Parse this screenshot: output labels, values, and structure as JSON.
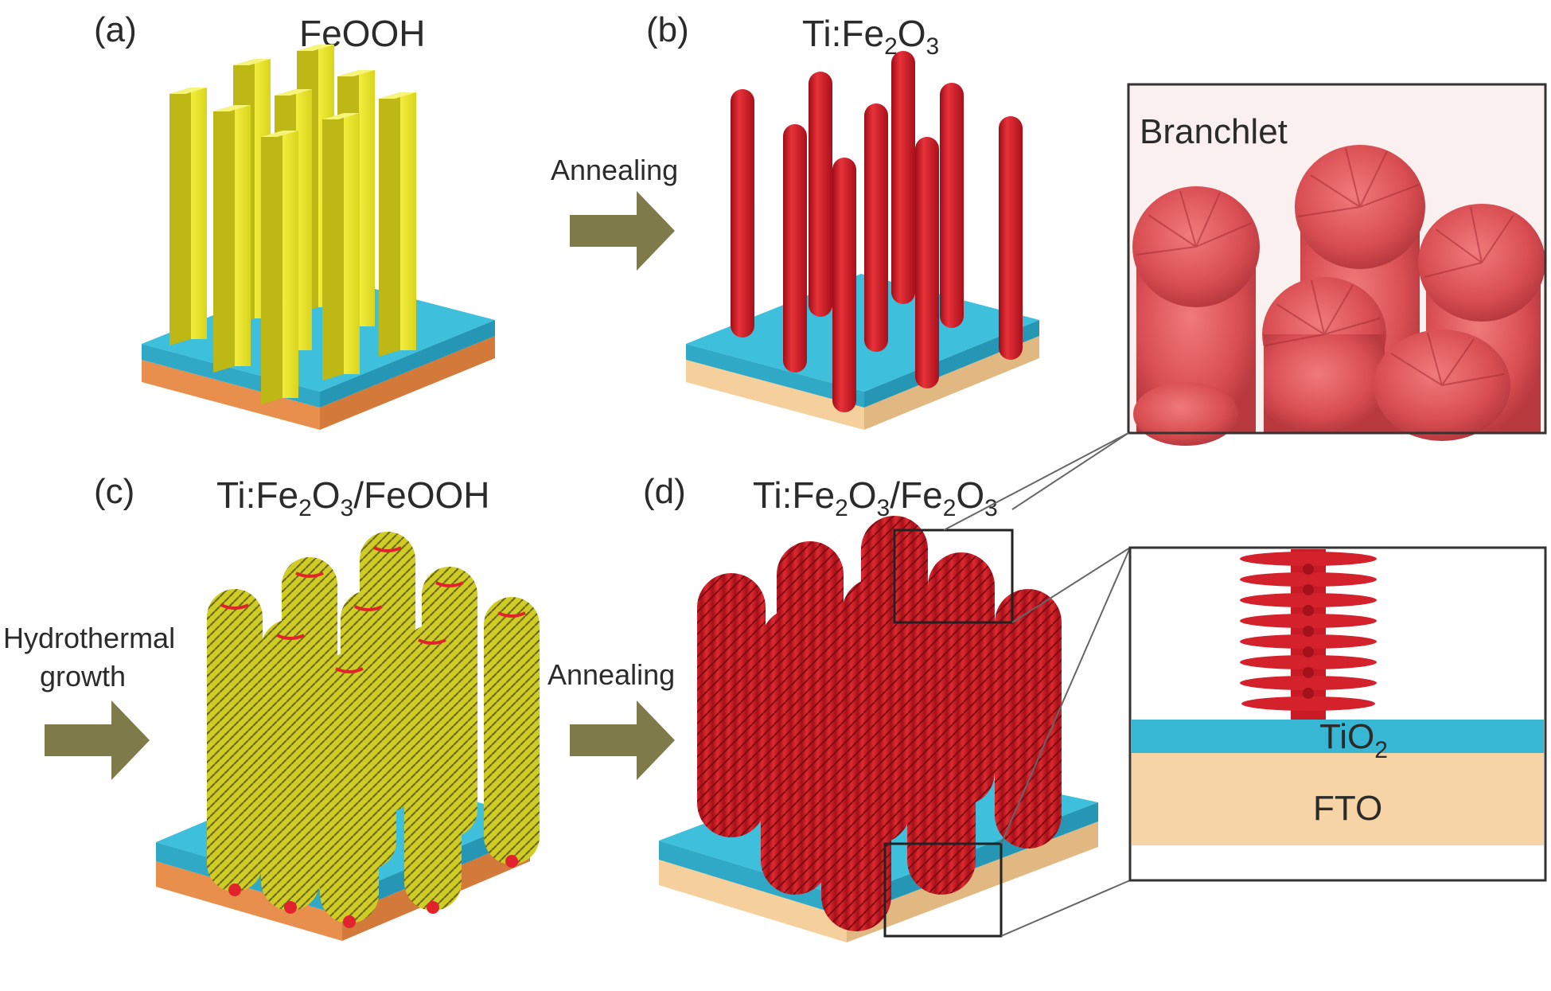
{
  "panels": {
    "a": {
      "label": "(a)",
      "title": "FeOOH"
    },
    "b": {
      "label": "(b)",
      "title_parts": [
        "Ti:Fe",
        "2",
        "O",
        "3"
      ]
    },
    "c": {
      "label": "(c)",
      "title_parts": [
        "Ti:Fe",
        "2",
        "O",
        "3",
        "/FeOOH"
      ]
    },
    "d": {
      "label": "(d)",
      "title_parts": [
        "Ti:Fe",
        "2",
        "O",
        "3",
        "/Fe",
        "2",
        "O",
        "3"
      ]
    }
  },
  "arrows": {
    "a_to_b": "Annealing",
    "left_c": [
      "Hydrothermal",
      "growth"
    ],
    "c_to_d": "Annealing"
  },
  "insets": {
    "branchlet": "Branchlet",
    "layers": {
      "tio2": [
        "TiO",
        "2"
      ],
      "fto": "FTO"
    }
  },
  "colors": {
    "feooh_yellow": "#e4e02a",
    "hematite_red": "#d41e2a",
    "tio2_blue": "#37b7d3",
    "fto_tan": "#f6d4a5",
    "fto_orange": "#ef9a55",
    "arrow_olive": "#7f7a4a"
  }
}
